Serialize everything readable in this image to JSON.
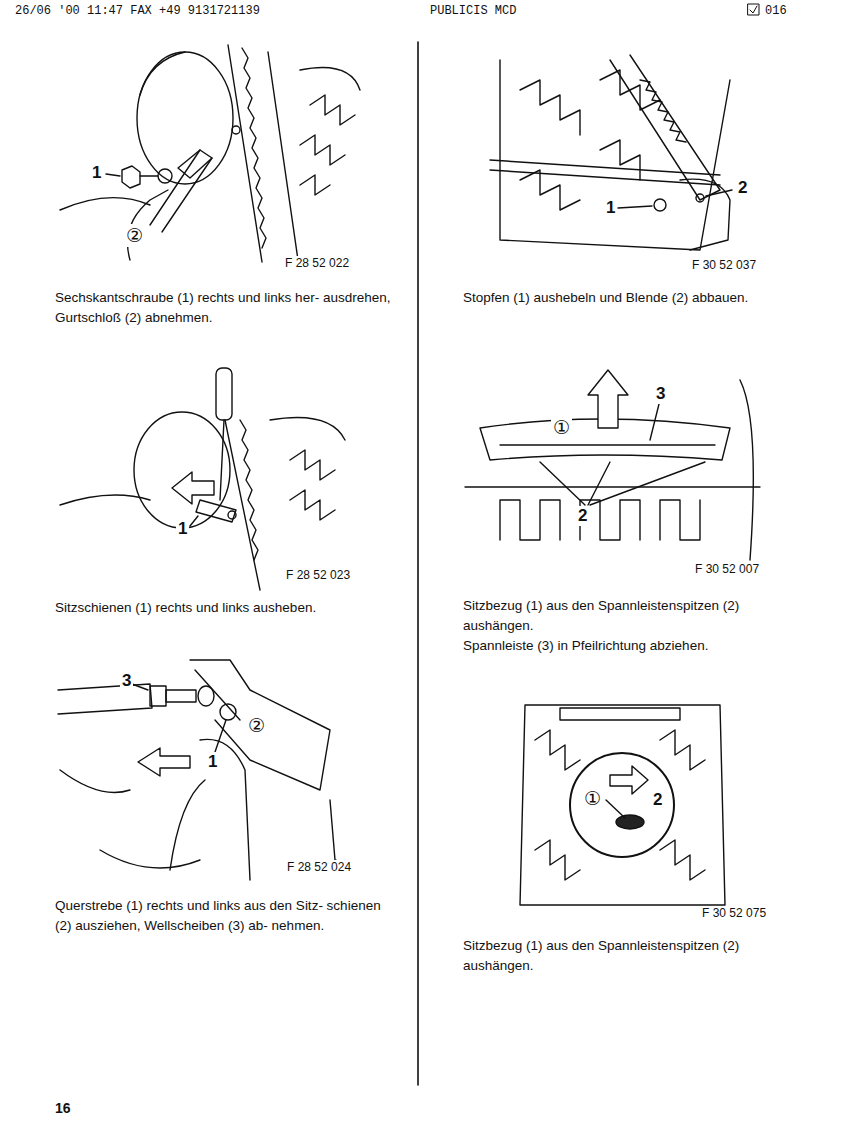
{
  "diagram": {
    "labels": [
      "26/06 '00 11:47 FAX +49 9131721139",
      "PUBLICIS MCD",
      "016",
      "1",
      "②",
      "F 28 52 022",
      "Sechskantschraube (1) rechts und links her- ausdrehen, Gurtschloß (2) abnehmen.",
      "1",
      "F 28 52 023",
      "Sitzschienen (1) rechts und links ausheben.",
      "3",
      "1",
      "②",
      "F 28 52 024",
      "Querstrebe (1) rechts und links aus den Sitz- schienen (2) ausziehen, Wellscheiben (3) ab- nehmen.",
      "1",
      "2",
      "F 30 52 037",
      "Stopfen (1) aushebeln und Blende (2) abbauen.",
      "3",
      "①",
      "2",
      "F 30 52 007",
      "Sitzbezug (1) aus den Spannleistenspitzen (2) aushängen.",
      "Spannleiste (3) in Pfeilrichtung abziehen.",
      "①",
      "2",
      "F 30 52 075",
      "Sitzbezug (1) aus den Spannleistenspitzen (2) aushängen.",
      "16"
    ]
  }
}
